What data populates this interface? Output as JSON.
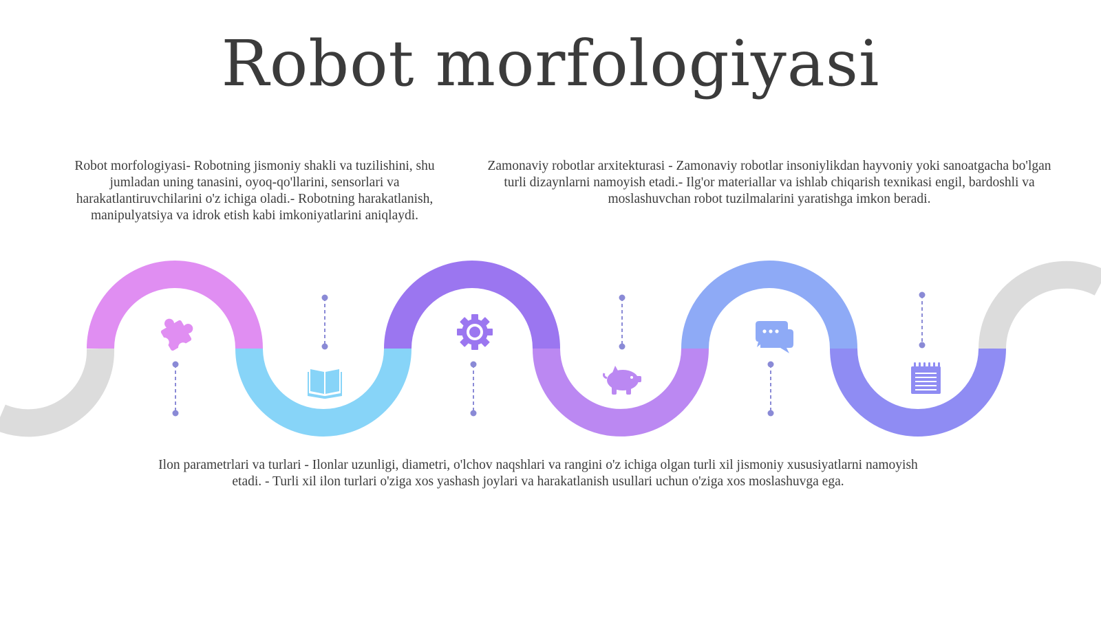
{
  "title": "Robot morfologiyasi",
  "blocks": {
    "left": "Robot morfologiyasi- Robotning jismoniy shakli va tuzilishini, shu jumladan uning tanasini, oyoq-qo'llarini, sensorlari va harakatlantiruvchilarini o'z ichiga oladi.- Robotning harakatlanish, manipulyatsiya va idrok etish kabi imkoniyatlarini aniqlaydi.",
    "right": "Zamonaviy robotlar arxitekturasi - Zamonaviy robotlar insoniylikdan hayvoniy yoki sanoatgacha bo'lgan turli dizaynlarni namoyish etadi.- Ilg'or materiallar va ishlab chiqarish texnikasi engil, bardoshli va moslashuvchan robot tuzilmalarini yaratishga imkon beradi.",
    "bottom": "Ilon parametrlari va turlari - Ilonlar uzunligi, diametri, o'lchov naqshlari va rangini o'z ichiga olgan turli xil jismoniy xususiyatlarni namoyish etadi. - Turli xil ilon turlari o'ziga xos yashash joylari va harakatlanish usullari uchun o'ziga xos moslashuvga ega."
  },
  "icons": [
    "puzzle-icon",
    "book-icon",
    "gear-icon",
    "piggy-bank-icon",
    "chat-bubbles-icon",
    "notepad-icon"
  ],
  "colors": {
    "gray": "#dcdcdc",
    "pink": "#e08ef2",
    "cyan": "#87d4f8",
    "violet": "#9b76f0",
    "lavender": "#bb88f2",
    "blue": "#8eaaf6",
    "indigo": "#8f8cf3",
    "connector": "#8a8ad6"
  }
}
